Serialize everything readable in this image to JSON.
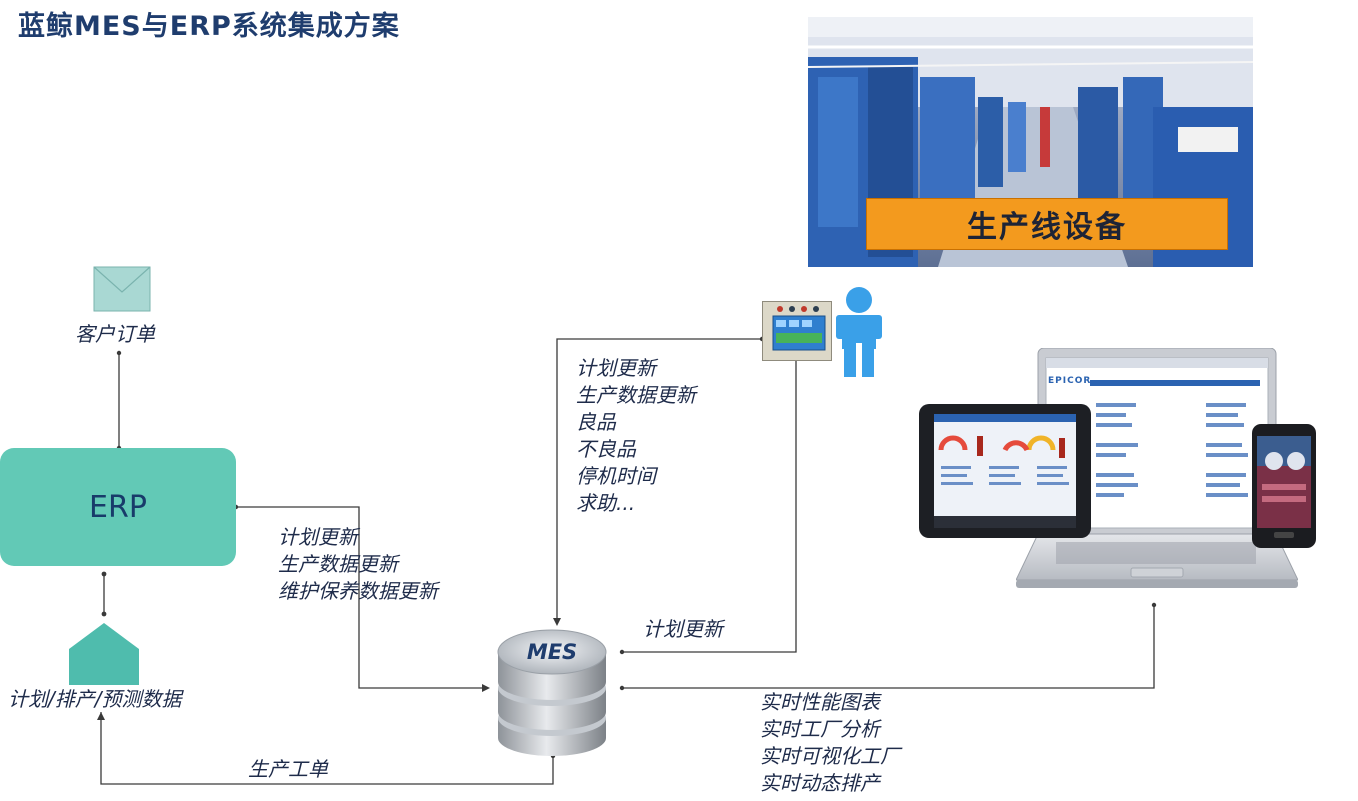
{
  "title": "蓝鲸MES与ERP系统集成方案",
  "photo": {
    "label": "生产线设备"
  },
  "nodes": {
    "customer_order": "客户订单",
    "erp": "ERP",
    "plan_data": "计划/排产/预测数据",
    "mes": "MES"
  },
  "labels": {
    "erp_to_mes": [
      "计划更新",
      "生产数据更新",
      "维护保养数据更新"
    ],
    "terminal_to_mes": [
      "计划更新",
      "生产数据更新",
      "良品",
      "不良品",
      "停机时间",
      "求助..."
    ],
    "mes_to_terminal": "计划更新",
    "mes_to_devices": [
      "实时性能图表",
      "实时工厂分析",
      "实时可视化工厂",
      "实时动态排产"
    ],
    "work_order": "生产工单"
  },
  "devices": {
    "brand": "EPICOR"
  },
  "colors": {
    "title": "#1f3d6e",
    "erp": "#62c9b6",
    "teal_icon": "#4fbcad",
    "photo_label": "#f39a1e",
    "person": "#3aa0e8",
    "line": "#3a3a3a",
    "label_text": "#1e2b4a"
  },
  "icons": [
    "envelope-icon",
    "house-icon",
    "database-icon",
    "terminal-panel-icon",
    "person-icon",
    "tablet-icon",
    "laptop-icon",
    "phone-icon"
  ]
}
